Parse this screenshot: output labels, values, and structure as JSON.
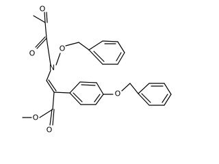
{
  "molecule": {
    "atom_labels": {
      "ketone_oxygen": "O",
      "amide_oxygen": "O",
      "nitrogen": "N",
      "n_oxygen": "O",
      "aryl_ether_oxygen": "O",
      "ester_carbonyl_oxygen": "O",
      "ester_oxygen": "O"
    },
    "colors": {
      "bond": "#000000",
      "label": "#000000",
      "background": "#ffffff"
    }
  }
}
